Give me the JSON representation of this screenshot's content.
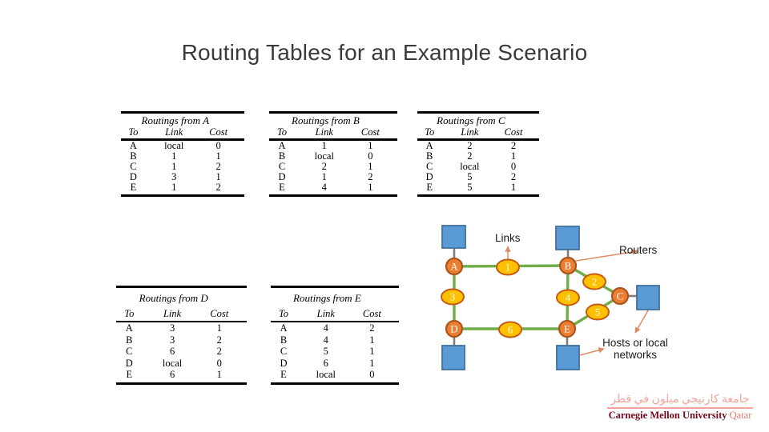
{
  "slide": {
    "title": "Routing Tables for an Example Scenario"
  },
  "tables": [
    {
      "title": "Routings from A",
      "columns": [
        "To",
        "Link",
        "Cost"
      ],
      "rows": [
        [
          "A",
          "local",
          "0"
        ],
        [
          "B",
          "1",
          "1"
        ],
        [
          "C",
          "1",
          "2"
        ],
        [
          "D",
          "3",
          "1"
        ],
        [
          "E",
          "1",
          "2"
        ]
      ]
    },
    {
      "title": "Routings from B",
      "columns": [
        "To",
        "Link",
        "Cost"
      ],
      "rows": [
        [
          "A",
          "1",
          "1"
        ],
        [
          "B",
          "local",
          "0"
        ],
        [
          "C",
          "2",
          "1"
        ],
        [
          "D",
          "1",
          "2"
        ],
        [
          "E",
          "4",
          "1"
        ]
      ]
    },
    {
      "title": "Routings from C",
      "columns": [
        "To",
        "Link",
        "Cost"
      ],
      "rows": [
        [
          "A",
          "2",
          "2"
        ],
        [
          "B",
          "2",
          "1"
        ],
        [
          "C",
          "local",
          "0"
        ],
        [
          "D",
          "5",
          "2"
        ],
        [
          "E",
          "5",
          "1"
        ]
      ]
    },
    {
      "title": "Routings from D",
      "columns": [
        "To",
        "Link",
        "Cost"
      ],
      "rows": [
        [
          "A",
          "3",
          "1"
        ],
        [
          "B",
          "3",
          "2"
        ],
        [
          "C",
          "6",
          "2"
        ],
        [
          "D",
          "local",
          "0"
        ],
        [
          "E",
          "6",
          "1"
        ]
      ]
    },
    {
      "title": "Routings from E",
      "columns": [
        "To",
        "Link",
        "Cost"
      ],
      "rows": [
        [
          "A",
          "4",
          "2"
        ],
        [
          "B",
          "4",
          "1"
        ],
        [
          "C",
          "5",
          "1"
        ],
        [
          "D",
          "6",
          "1"
        ],
        [
          "E",
          "local",
          "0"
        ]
      ]
    }
  ],
  "diagram": {
    "nodes": [
      {
        "label": "A"
      },
      {
        "label": "B"
      },
      {
        "label": "C"
      },
      {
        "label": "D"
      },
      {
        "label": "E"
      }
    ],
    "links": [
      {
        "label": "1"
      },
      {
        "label": "2"
      },
      {
        "label": "3"
      },
      {
        "label": "4"
      },
      {
        "label": "5"
      },
      {
        "label": "6"
      }
    ],
    "labels": {
      "links": "Links",
      "routers": "Routers",
      "hosts_line1": "Hosts or local",
      "hosts_line2": "networks"
    },
    "colors": {
      "router_fill": "#ED7D31",
      "router_stroke": "#A8551E",
      "link_fill": "#FFC000",
      "link_stroke": "#C55A11",
      "edge_green": "#70AD47",
      "host_fill": "#5B9BD5",
      "host_stroke": "#41719C",
      "connector_gray": "#7F7F7F",
      "callout": "#DC8B66"
    }
  },
  "logo": {
    "arabic": "جامعة كارنيجي ميلون في قطر",
    "english": "Carnegie Mellon University",
    "region": "Qatar"
  }
}
